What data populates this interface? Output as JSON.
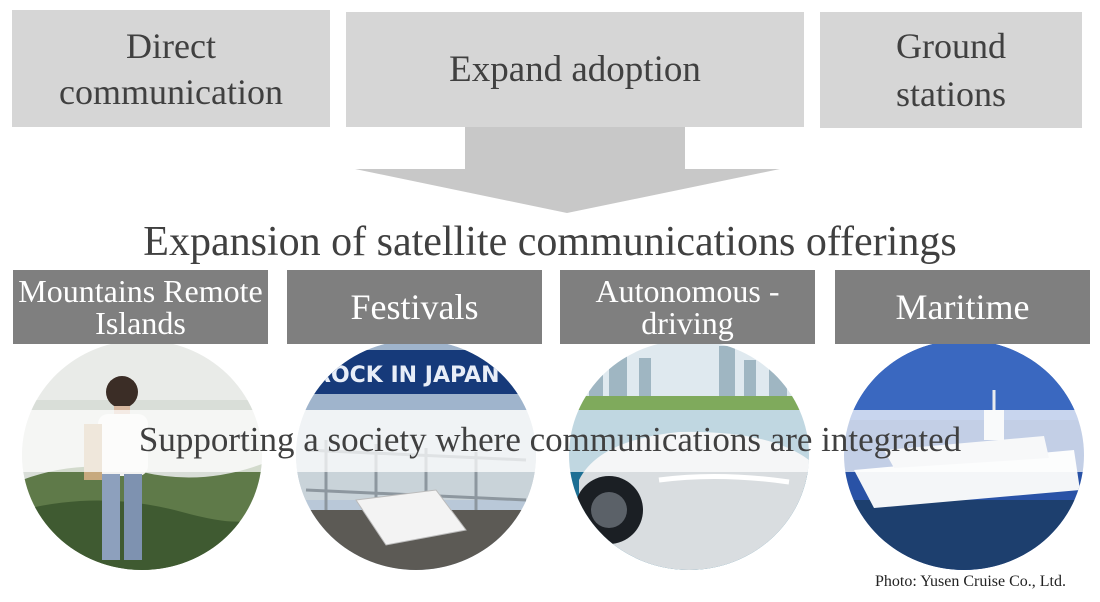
{
  "top_boxes": {
    "direct": [
      "Direct",
      "communication"
    ],
    "expand": "Expand adoption",
    "ground": [
      "Ground",
      "stations"
    ]
  },
  "headline": "Expansion of satellite communications offerings",
  "categories": {
    "mountains": [
      "Mountains",
      "Remote Islands"
    ],
    "festivals": "Festivals",
    "autonomous": [
      "Autonomous",
      "-driving"
    ],
    "maritime": "Maritime"
  },
  "photo_sign_text": "ROCK IN JAPAN FES",
  "band_text": "Supporting a society where communications are integrated",
  "credit": "Photo: Yusen Cruise Co., Ltd.",
  "colors": {
    "top_box": "#d6d6d6",
    "category_box": "#7f7f7f",
    "text_dark": "#404040",
    "arrow": "#c8c8c8"
  }
}
